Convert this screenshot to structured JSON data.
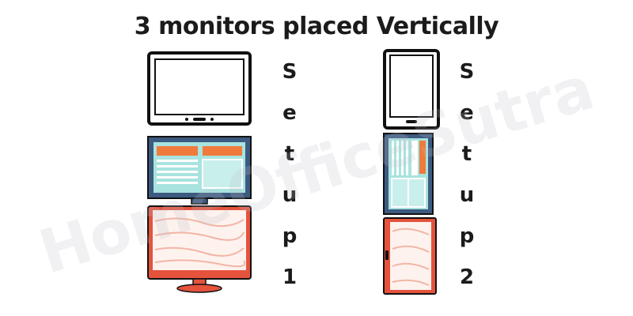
{
  "title": "3 monitors placed Vertically",
  "setup1_letters": [
    "S",
    "e",
    "t",
    "u",
    "p",
    "1"
  ],
  "setup2_letters": [
    "S",
    "e",
    "t",
    "u",
    "p",
    "2"
  ],
  "watermark": "HomeOfficeSutra",
  "colors": {
    "frame_black": "#111111",
    "monitor_blue": "#3d5a80",
    "screen_teal": "#a8e3df",
    "accent_orange": "#f07a3c",
    "monitor_red": "#e5533d",
    "text": "#1b1b1b"
  },
  "icons": [
    "tablet-landscape-icon",
    "monitor-blue-icon",
    "monitor-red-icon",
    "tablet-portrait-icon",
    "portrait-monitor-blue-icon",
    "portrait-monitor-red-icon"
  ]
}
